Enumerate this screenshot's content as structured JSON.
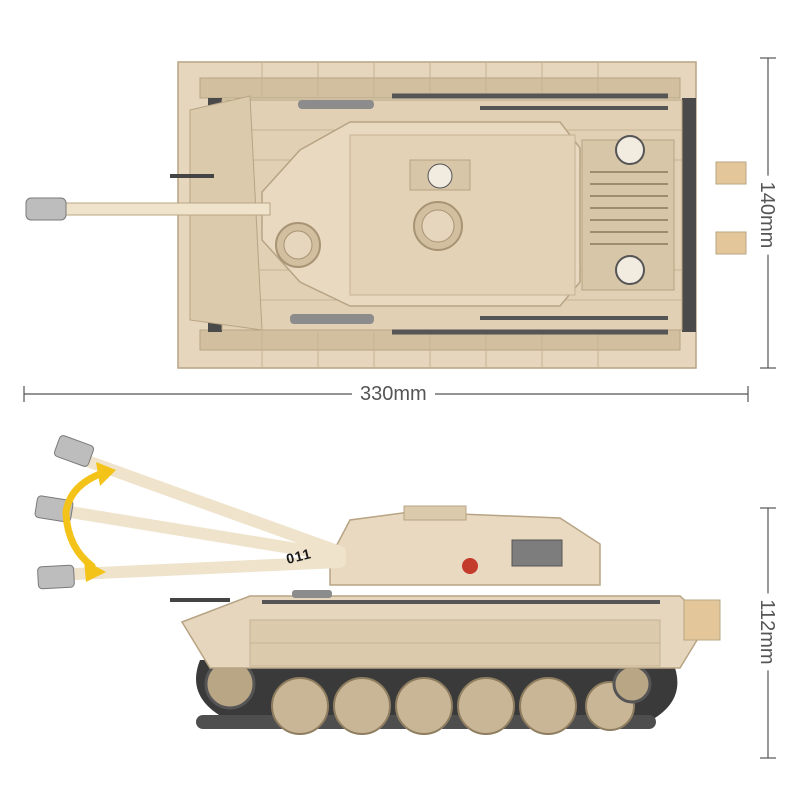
{
  "dimensions": {
    "length": "330mm",
    "width": "140mm",
    "height": "112mm"
  },
  "model": {
    "turret_number": "011"
  },
  "colors": {
    "body": "#e6d6bd",
    "body_shade": "#d2bf9f",
    "outline": "#b8a484",
    "track": "#3a3a3a",
    "wheel": "#c9b697",
    "metal": "#8c8c8c",
    "arrow": "#f3c319",
    "dimension_line": "#555555"
  }
}
